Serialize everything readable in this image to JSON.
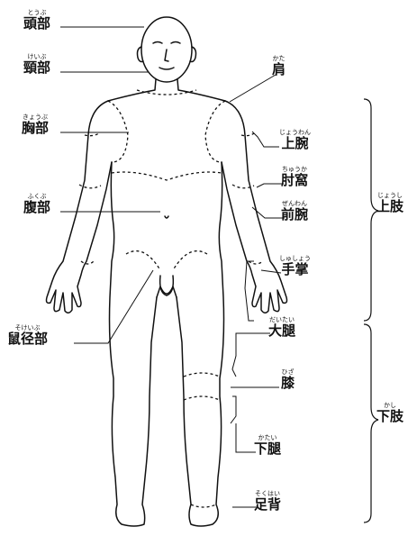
{
  "labels": {
    "head": {
      "ruby": "とうぶ",
      "text": "頭部"
    },
    "neck": {
      "ruby": "けいぶ",
      "text": "頸部"
    },
    "chest": {
      "ruby": "きょうぶ",
      "text": "胸部"
    },
    "abdomen": {
      "ruby": "ふくぶ",
      "text": "腹部"
    },
    "groin": {
      "ruby": "そけいぶ",
      "text": "鼠径部"
    },
    "shoulder": {
      "ruby": "かた",
      "text": "肩"
    },
    "upper_arm": {
      "ruby": "じょうわん",
      "text": "上腕"
    },
    "elbow": {
      "ruby": "ちゅうか",
      "text": "肘窩"
    },
    "forearm": {
      "ruby": "ぜんわん",
      "text": "前腕"
    },
    "palm": {
      "ruby": "しゅしょう",
      "text": "手掌"
    },
    "thigh": {
      "ruby": "だいたい",
      "text": "大腿"
    },
    "knee": {
      "ruby": "ひざ",
      "text": "膝"
    },
    "lower_leg": {
      "ruby": "かたい",
      "text": "下腿"
    },
    "instep": {
      "ruby": "そくはい",
      "text": "足背"
    },
    "upper_limb": {
      "ruby": "じょうし",
      "text": "上肢"
    },
    "lower_limb": {
      "ruby": "かし",
      "text": "下肢"
    }
  }
}
